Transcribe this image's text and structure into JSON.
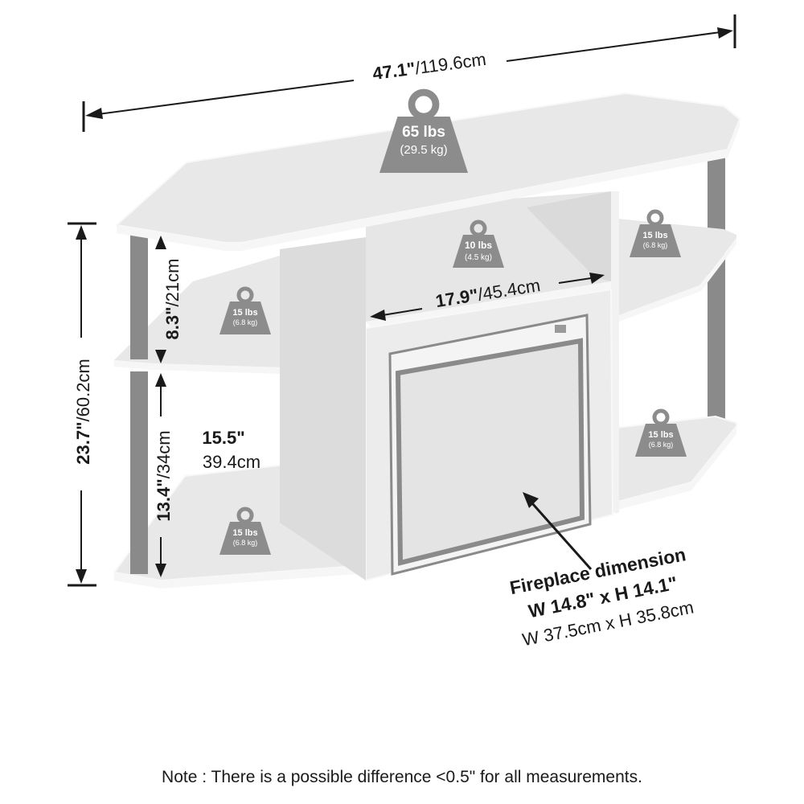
{
  "dimensions": {
    "width": {
      "imperial": "47.1\"",
      "metric": "/119.6cm"
    },
    "height": {
      "imperial": "23.7\"",
      "metric": "/60.2cm"
    },
    "upper_shelf": {
      "imperial": "8.3\"",
      "metric": "/21cm"
    },
    "lower_shelf": {
      "imperial": "13.4\"",
      "metric": "/34cm"
    },
    "shelf_depth": {
      "imperial": "15.5\"",
      "metric": "39.4cm"
    },
    "cubby_width": {
      "imperial": "17.9\"",
      "metric": "/45.4cm"
    }
  },
  "weights": {
    "top": {
      "lbs": "65 lbs",
      "kg": "(29.5 kg)"
    },
    "cubby": {
      "lbs": "10 lbs",
      "kg": "(4.5 kg)"
    },
    "left_upper": {
      "lbs": "15 lbs",
      "kg": "(6.8 kg)"
    },
    "left_lower": {
      "lbs": "15 lbs",
      "kg": "(6.8 kg)"
    },
    "right_upper": {
      "lbs": "15 lbs",
      "kg": "(6.8 kg)"
    },
    "right_lower": {
      "lbs": "15 lbs",
      "kg": "(6.8 kg)"
    }
  },
  "fireplace": {
    "title": "Fireplace dimension",
    "imperial": "W 14.8\" x H 14.1\"",
    "metric": "W 37.5cm x H 35.8cm"
  },
  "note": "Note : There is a possible difference <0.5\" for all measurements.",
  "colors": {
    "panel": "#e8e8e8",
    "panel_edge": "#f8f8f8",
    "leg": "#8a8a8a",
    "weight_icon": "#8c8c8c",
    "arrow": "#1a1a1a"
  }
}
